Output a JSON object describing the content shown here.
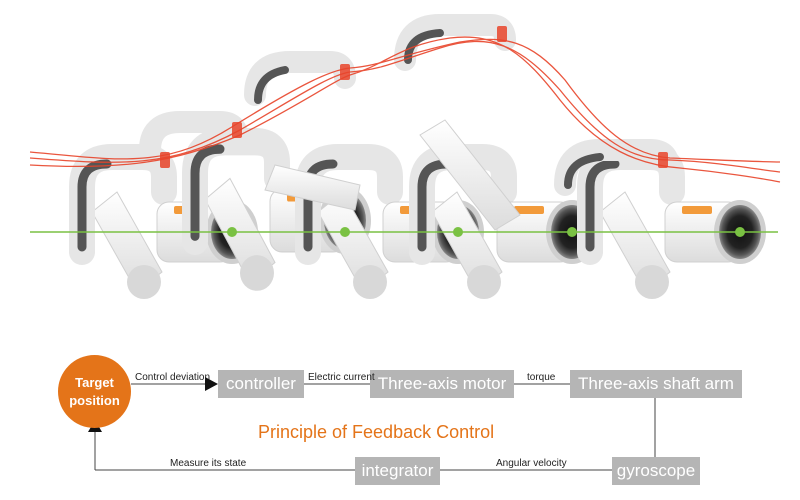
{
  "illustration": {
    "subject": "three-axis gimbal arm sequence",
    "colors": {
      "trajectory": "#e8442a",
      "axis_line": "#7ac143",
      "body": "#f2f2f2",
      "grip": "#555555",
      "accent": "#f29a3a"
    }
  },
  "diagram": {
    "title": "Principle of Feedback Control",
    "target": "Target\nposition",
    "controller": "controller",
    "motor": "Three-axis motor",
    "shaft_arm": "Three-axis shaft arm",
    "gyroscope": "gyroscope",
    "integrator": "integrator",
    "label_control_deviation": "Control deviation",
    "label_electric_current": "Electric current",
    "label_torque": "torque",
    "label_angular_velocity": "Angular velocity",
    "label_measure_state": "Measure its state",
    "colors": {
      "accent": "#e47419",
      "box": "#b5b5b5",
      "line": "#444444"
    }
  }
}
